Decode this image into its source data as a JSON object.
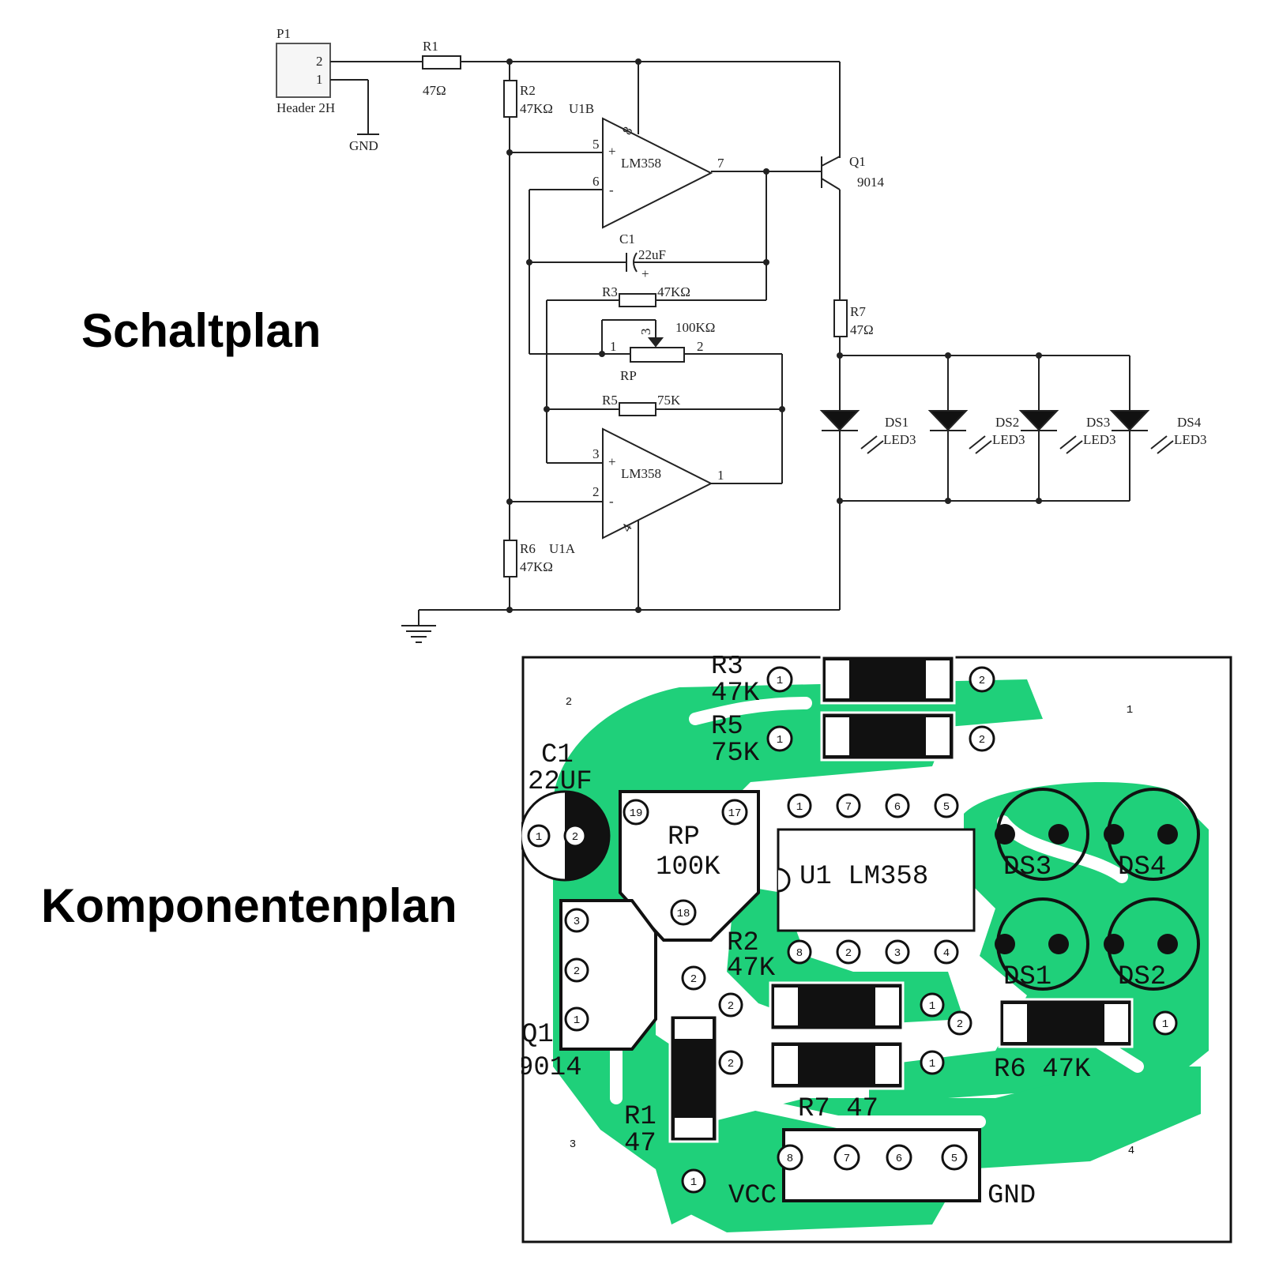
{
  "headings": {
    "schematic": "Schaltplan",
    "layout": "Komponentenplan"
  },
  "colors": {
    "copper": "#1FD07A",
    "ink": "#000000",
    "background": "#ffffff"
  },
  "schematic": {
    "p1": {
      "ref": "P1",
      "name": "Header 2H",
      "pin2": "2",
      "pin1": "1"
    },
    "gnd_label": "GND",
    "r1": {
      "ref": "R1",
      "value": "47Ω"
    },
    "r2": {
      "ref": "R2",
      "value": "47KΩ",
      "unit": "U1B"
    },
    "u1b": {
      "part": "LM358",
      "pin5": "5",
      "pin6": "6",
      "pin7": "7",
      "pin8": "8",
      "plus": "+",
      "minus": "-"
    },
    "q1": {
      "ref": "Q1",
      "part": "9014"
    },
    "c1": {
      "ref": "C1",
      "value": "22uF",
      "plus": "+"
    },
    "r3": {
      "ref": "R3",
      "value": "47KΩ"
    },
    "rp": {
      "ref": "RP",
      "value": "100KΩ",
      "pin1": "1",
      "pin2": "2",
      "pin3": "3"
    },
    "r5": {
      "ref": "R5",
      "value": "75K"
    },
    "u1a": {
      "part": "LM358",
      "pin3": "3",
      "pin2": "2",
      "pin1": "1",
      "pin4": "4",
      "plus": "+",
      "minus": "-"
    },
    "r6": {
      "ref": "R6",
      "value": "47KΩ",
      "unit": "U1A"
    },
    "r7": {
      "ref": "R7",
      "value": "47Ω"
    },
    "leds": [
      {
        "ref": "DS1",
        "type": "LED3"
      },
      {
        "ref": "DS2",
        "type": "LED3"
      },
      {
        "ref": "DS3",
        "type": "LED3"
      },
      {
        "ref": "DS4",
        "type": "LED3"
      }
    ]
  },
  "layout": {
    "r3": {
      "ref": "R3",
      "value": "47K"
    },
    "r5": {
      "ref": "R5",
      "value": "75K"
    },
    "c1": {
      "ref": "C1",
      "value": "22UF"
    },
    "rp": {
      "ref": "RP",
      "value": "100K"
    },
    "u1": {
      "label": "U1 LM358"
    },
    "q1": {
      "ref": "Q1",
      "value": "9014"
    },
    "r2": {
      "ref": "R2",
      "value": "47K"
    },
    "r1": {
      "ref": "R1",
      "value": "47"
    },
    "r7": {
      "label": "R7 47"
    },
    "r6": {
      "label": "R6 47K"
    },
    "leds": [
      "DS1",
      "DS2",
      "DS3",
      "DS4"
    ],
    "vcc": "VCC",
    "gnd": "GND",
    "corners": [
      "2",
      "1",
      "3",
      "4"
    ],
    "pad_pin1": "1",
    "pad_pin2": "2",
    "pad_pin3": "3",
    "ic_top_pins": [
      "1",
      "7",
      "6",
      "5"
    ],
    "ic_bottom_pins": [
      "8",
      "2",
      "3",
      "4"
    ],
    "conn_pins": [
      "8",
      "7",
      "6",
      "5"
    ],
    "rp_pins": [
      "19",
      "17",
      "18"
    ]
  }
}
